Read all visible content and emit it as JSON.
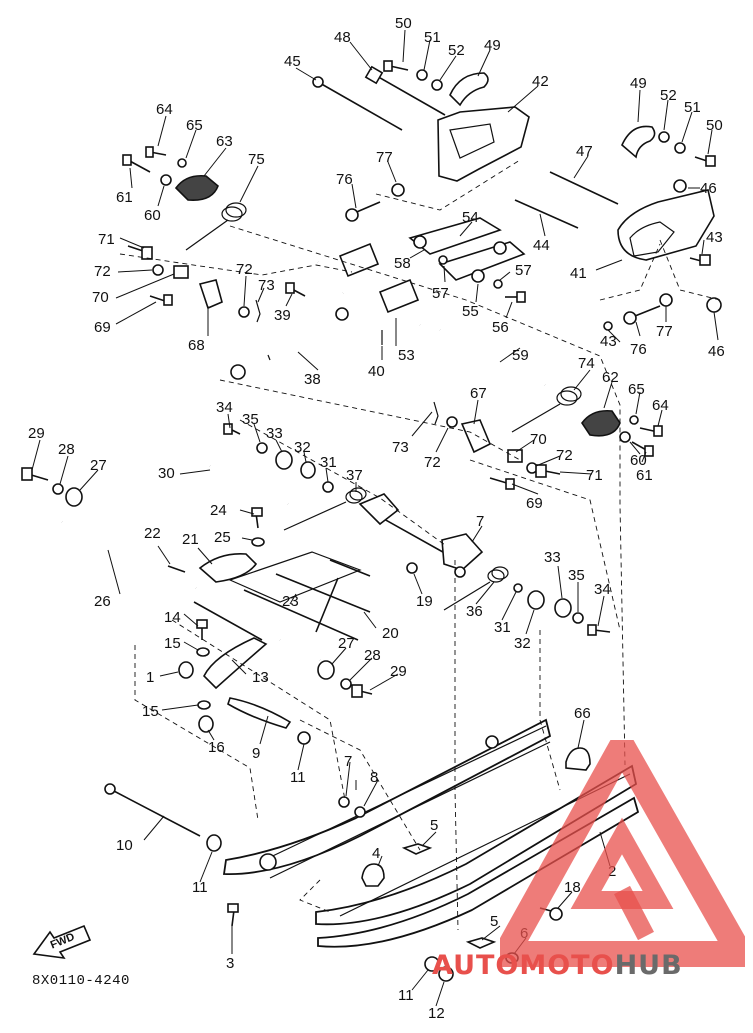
{
  "diagram": {
    "drawing_code": "8X0110-4240",
    "fwd_label": "FWD",
    "watermark": {
      "part1": "AUTOMOTO",
      "part2": "HUB",
      "color_primary": "#e8504c",
      "color_secondary": "#6a6a6a"
    },
    "callouts": [
      "50",
      "51",
      "52",
      "49",
      "48",
      "45",
      "42",
      "49",
      "52",
      "51",
      "50",
      "47",
      "46",
      "64",
      "65",
      "63",
      "75",
      "77",
      "76",
      "61",
      "60",
      "54",
      "44",
      "43",
      "41",
      "71",
      "72",
      "72",
      "73",
      "58",
      "57",
      "57",
      "70",
      "39",
      "55",
      "56",
      "69",
      "68",
      "43",
      "77",
      "76",
      "46",
      "53",
      "59",
      "38",
      "40",
      "74",
      "62",
      "65",
      "64",
      "34",
      "35",
      "33",
      "32",
      "31",
      "67",
      "73",
      "72",
      "70",
      "60",
      "72",
      "71",
      "61",
      "29",
      "28",
      "27",
      "37",
      "30",
      "69",
      "24",
      "25",
      "22",
      "21",
      "7",
      "26",
      "23",
      "19",
      "33",
      "35",
      "34",
      "36",
      "31",
      "32",
      "20",
      "14",
      "15",
      "27",
      "28",
      "29",
      "1",
      "13",
      "15",
      "16",
      "9",
      "11",
      "66",
      "7",
      "8",
      "10",
      "5",
      "4",
      "2",
      "11",
      "18",
      "3",
      "5",
      "6",
      "11",
      "12"
    ]
  }
}
